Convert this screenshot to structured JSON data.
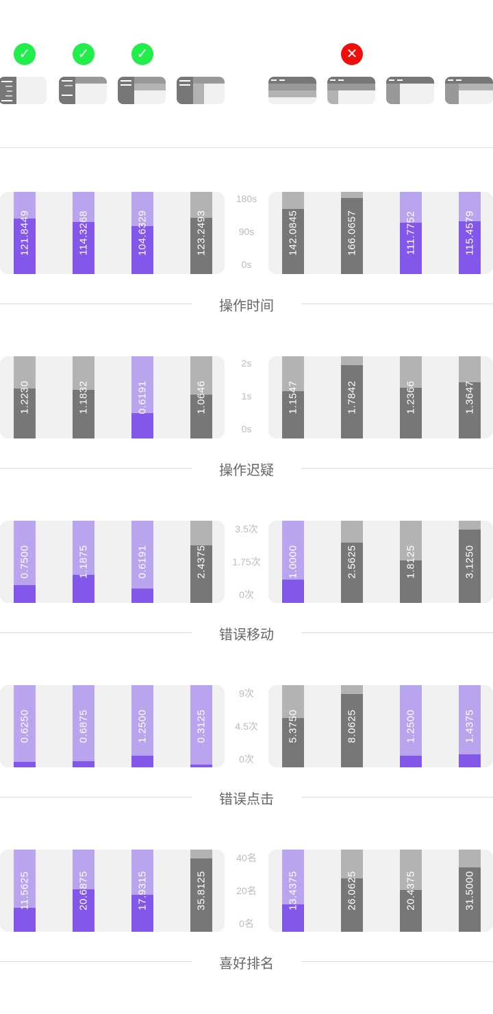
{
  "status_icons": [
    {
      "col": 0,
      "type": "check",
      "color": "#20ee4a"
    },
    {
      "col": 1,
      "type": "check",
      "color": "#20ee4a"
    },
    {
      "col": 2,
      "type": "check",
      "color": "#20ee4a"
    },
    {
      "col": 5,
      "type": "cross",
      "color": "#f20d0d"
    }
  ],
  "colors": {
    "accent": "#8257ea",
    "accent_light": "#b9a4ee",
    "gray": "#777777",
    "gray_light": "#b3b3b3",
    "panel": "#f1f1f1"
  },
  "chart_data": [
    {
      "type": "bar",
      "title": "操作时间",
      "ylim": [
        0,
        180
      ],
      "ticks": [
        "180s",
        "90s",
        "0s"
      ],
      "values": [
        121.8449,
        114.3268,
        104.6329,
        123.2493,
        142.0845,
        166.0657,
        111.7752,
        115.4579
      ],
      "highlight": [
        true,
        true,
        true,
        false,
        false,
        false,
        true,
        true
      ]
    },
    {
      "type": "bar",
      "title": "操作迟疑",
      "ylim": [
        0,
        2
      ],
      "ticks": [
        "2s",
        "1s",
        "0s"
      ],
      "values": [
        1.223,
        1.1832,
        0.6191,
        1.0646,
        1.1547,
        1.7842,
        1.2366,
        1.3647
      ],
      "highlight": [
        false,
        false,
        true,
        false,
        false,
        false,
        false,
        false
      ]
    },
    {
      "type": "bar",
      "title": "错误移动",
      "ylim": [
        0,
        3.5
      ],
      "ticks": [
        "3.5次",
        "1.75次",
        "0次"
      ],
      "values": [
        0.75,
        1.1875,
        0.6191,
        2.4375,
        1.0,
        2.5625,
        1.8125,
        3.125
      ],
      "highlight": [
        true,
        true,
        true,
        false,
        true,
        false,
        false,
        false
      ]
    },
    {
      "type": "bar",
      "title": "错误点击",
      "ylim": [
        0,
        9
      ],
      "ticks": [
        "9次",
        "4.5次",
        "0次"
      ],
      "values": [
        0.625,
        0.6875,
        1.25,
        0.3125,
        5.375,
        8.0625,
        1.25,
        1.4375
      ],
      "highlight": [
        true,
        true,
        true,
        true,
        false,
        false,
        true,
        true
      ]
    },
    {
      "type": "bar",
      "title": "喜好排名",
      "ylim": [
        0,
        40
      ],
      "ticks": [
        "40名",
        "20名",
        "0名"
      ],
      "values": [
        11.5625,
        20.6875,
        17.9315,
        35.8125,
        13.4375,
        26.0625,
        20.4375,
        31.5
      ],
      "highlight": [
        true,
        true,
        true,
        false,
        true,
        false,
        false,
        false
      ]
    }
  ]
}
